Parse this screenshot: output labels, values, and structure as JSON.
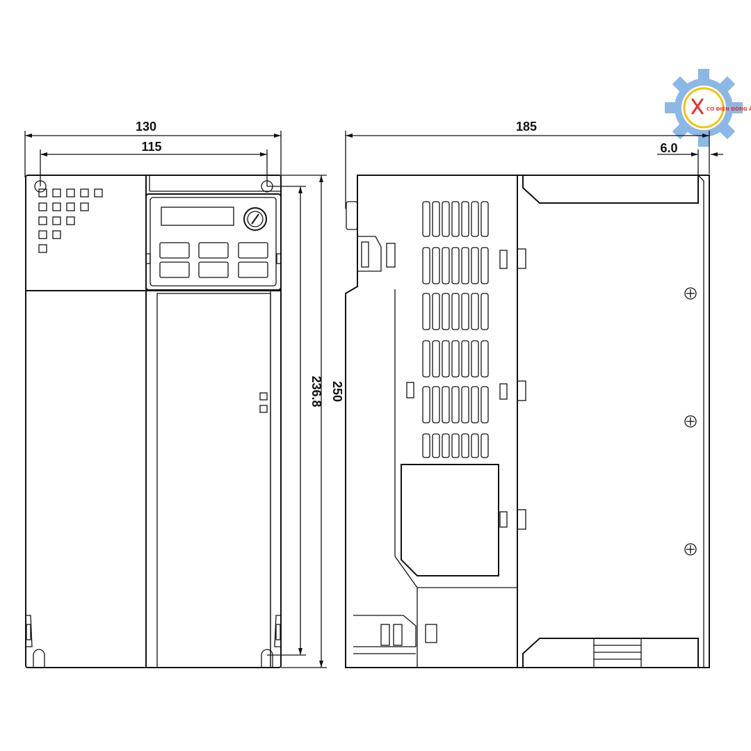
{
  "dimensions": {
    "front_width_outer": "130",
    "front_width_holes": "115",
    "front_height_holes": "236.8",
    "front_height_outer": "250",
    "side_depth": "185",
    "side_offset": "6.0"
  },
  "logo": {
    "text": "CƠ ĐIỆN ĐÔNG Á"
  },
  "colors": {
    "line": "#111111",
    "logo_gear": "#8bb8e6",
    "logo_ring": "#f5c400",
    "logo_text": "#e5352b"
  }
}
